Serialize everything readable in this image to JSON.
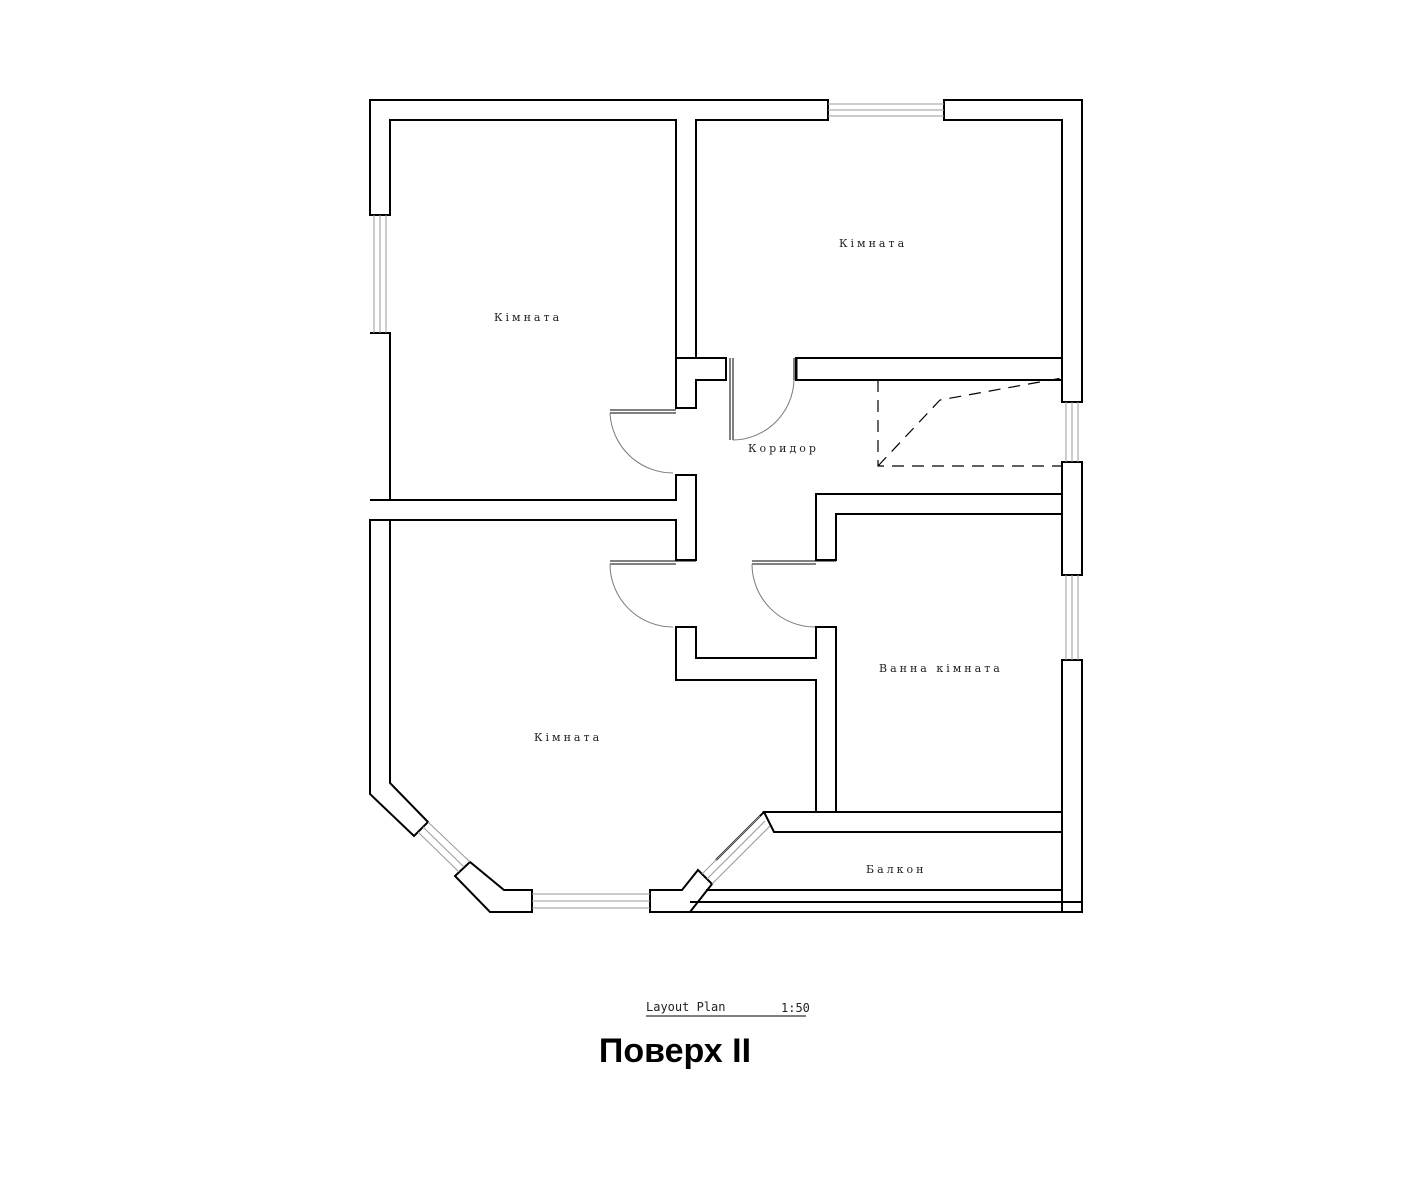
{
  "rooms": {
    "room_top_left": "Кімната",
    "room_top_right": "Кімната",
    "corridor": "Коридор",
    "room_bottom_left": "Кімната",
    "bathroom": "Ванна кімната",
    "balcony": "Балкон"
  },
  "caption": {
    "plan_name": "Layout Plan",
    "scale": "1:50"
  },
  "floor_title": "Поверх II"
}
